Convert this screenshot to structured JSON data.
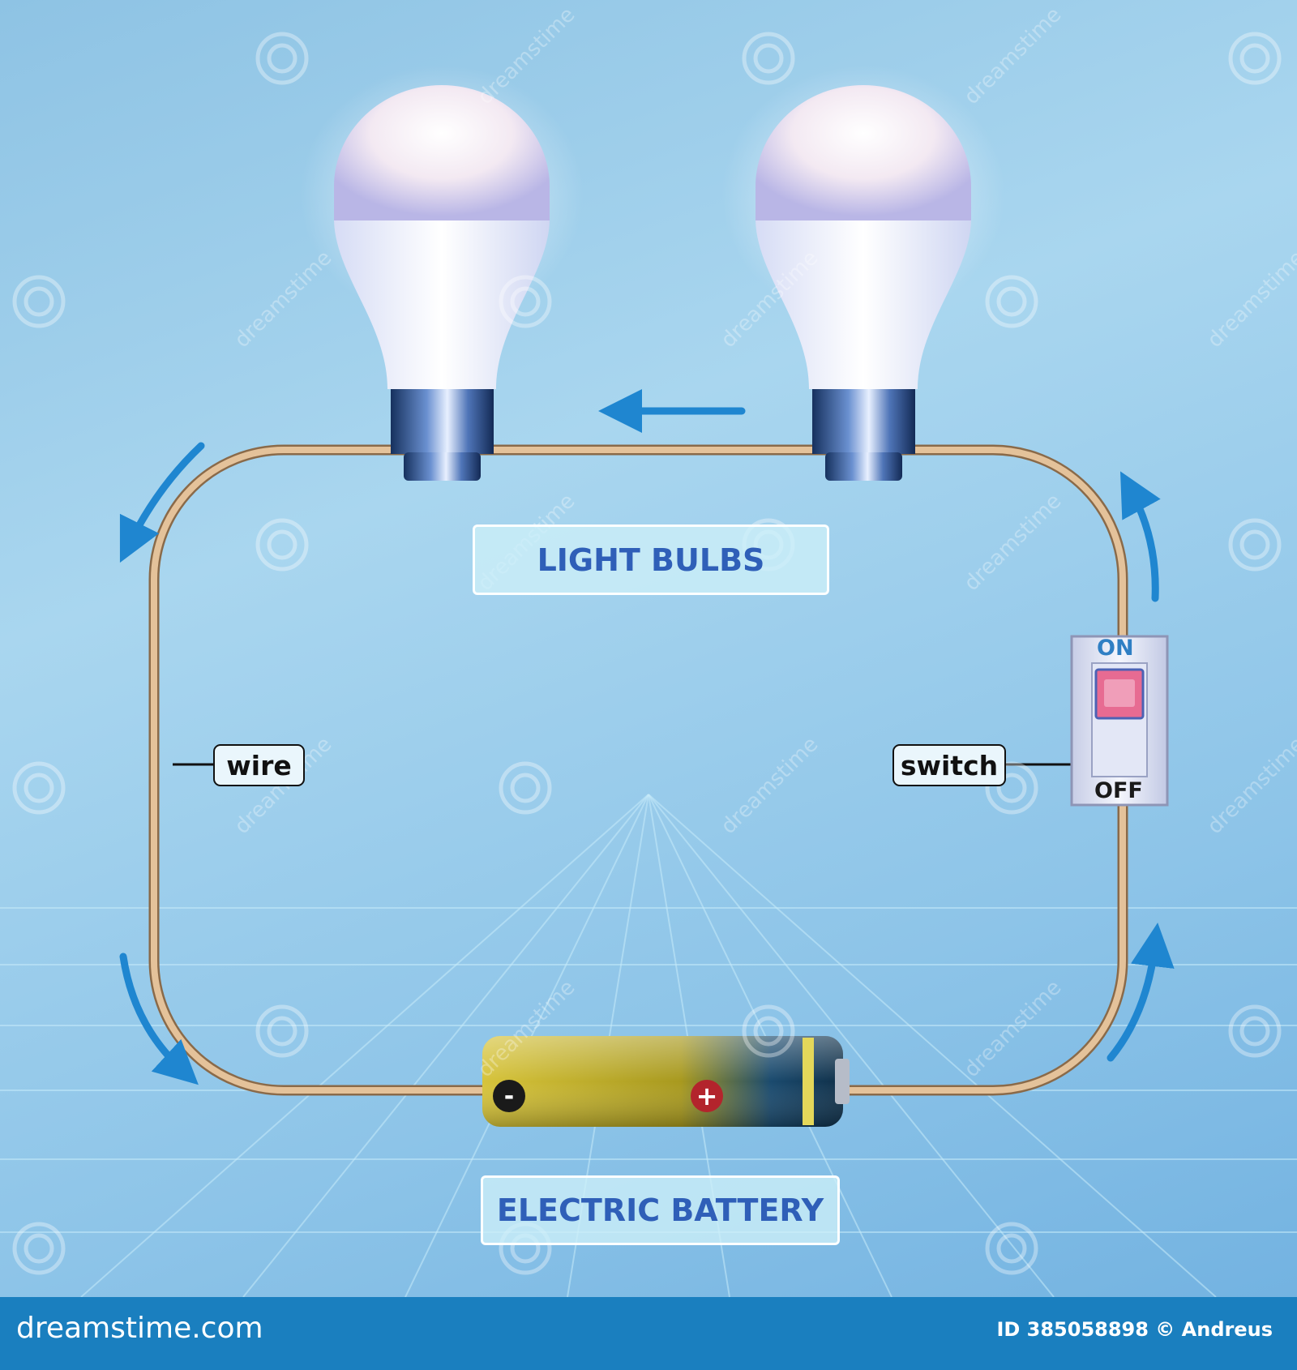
{
  "labels": {
    "light_bulbs": "LIGHT BULBS",
    "electric_battery": "ELECTRIC BATTERY",
    "wire": "wire",
    "switch": "switch"
  },
  "switch": {
    "on_text": "ON",
    "off_text": "OFF",
    "state": "ON"
  },
  "battery": {
    "negative_symbol": "-",
    "positive_symbol": "+"
  },
  "footer": {
    "site": "dreamstime.com",
    "credit": "ID 385058898 © Andreus"
  },
  "watermark": {
    "text": "dreamstime"
  },
  "colors": {
    "arrow": "#1f86d0",
    "wire": "#d9b48a",
    "label_text": "#2f5fb8",
    "footer_bg": "#1a7fbf",
    "battery_body": "#c9b52a",
    "switch_indicator": "#e76b92"
  }
}
